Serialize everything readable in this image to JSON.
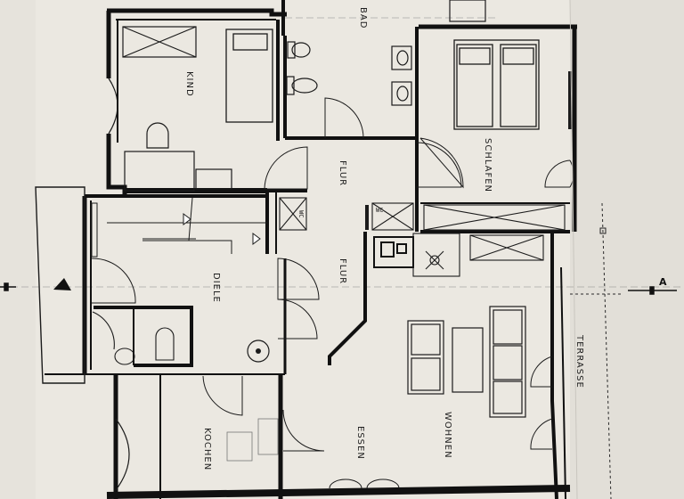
{
  "plan": {
    "rooms": {
      "bad": "BAD",
      "kind": "KIND",
      "schlafen": "SCHLAFEN",
      "flur_upper": "FLUR",
      "flur_lower": "FLUR",
      "diele": "DIELE",
      "kochen": "KOCHEN",
      "essen": "ESSEN",
      "wohnen": "WOHNEN",
      "terrasse": "TERRASSE"
    },
    "marks": {
      "section_a": "A",
      "wc_upper": "WC",
      "wc_lower": "WC"
    },
    "colors": {
      "paper": "#e9e6df",
      "ink": "#1b1b1b",
      "wall": "#111111"
    }
  }
}
